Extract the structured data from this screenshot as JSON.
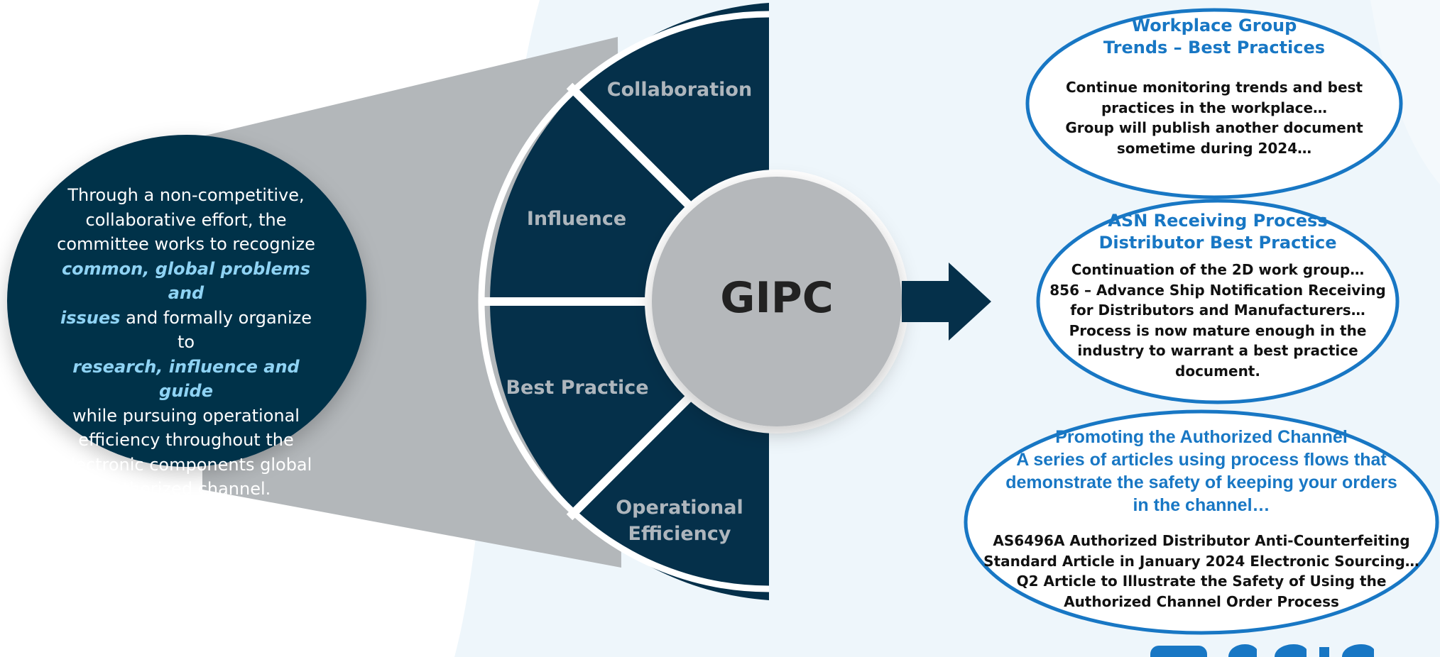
{
  "left_circle": {
    "lines": [
      {
        "text": "Through a non-competitive,",
        "em": false
      },
      {
        "text": "collaborative effort, the",
        "em": false
      },
      {
        "text": "committee works to recognize",
        "em": false
      },
      {
        "text": "common, global problems and",
        "em": true
      },
      {
        "pre_em": "issues",
        "post": " and formally organize to"
      },
      {
        "pre_em": "research, influence and  guide",
        "post": ""
      },
      {
        "text": "while pursuing operational",
        "em": false
      },
      {
        "text": "efficiency throughout the",
        "em": false
      },
      {
        "text": "electronic components global",
        "em": false
      },
      {
        "text": "authorized channel.",
        "em": false
      }
    ]
  },
  "segments": {
    "collaboration": "Collaboration",
    "influence": "Influence",
    "best_practice": "Best Practice",
    "operational_efficiency_1": "Operational",
    "operational_efficiency_2": "Efficiency"
  },
  "hub": {
    "label": "GIPC"
  },
  "bubbles": [
    {
      "title": [
        "Workplace Group",
        "Trends – Best Practices"
      ],
      "body": [
        "Continue monitoring trends and best",
        "practices in the workplace…",
        "Group will publish another document",
        "sometime during 2024…"
      ]
    },
    {
      "title": [
        "ASN Receiving Process",
        "Distributor Best Practice"
      ],
      "body": [
        "Continuation of the 2D work group…",
        "856 – Advance Ship Notification Receiving",
        "for Distributors and Manufacturers…",
        "Process is now mature enough in the",
        "industry to warrant a best practice",
        "document."
      ]
    },
    {
      "title": [
        "Promoting the Authorized Channel",
        "A series of articles using process flows that",
        "demonstrate the safety of keeping your orders",
        "in the channel…"
      ],
      "body": [
        "AS6496A Authorized Distributor Anti-Counterfeiting",
        "Standard Article in January 2024 Electronic Sourcing…",
        "Q2 Article to Illustrate the Safety of Using the",
        "Authorized Channel Order Process"
      ]
    }
  ],
  "colors": {
    "navy": "#05304a",
    "gray_cone": "#b3b7ba",
    "hub_gray": "#b5b8bb",
    "accent_blue": "#1877c4",
    "highlight": "#8fd3f4"
  }
}
